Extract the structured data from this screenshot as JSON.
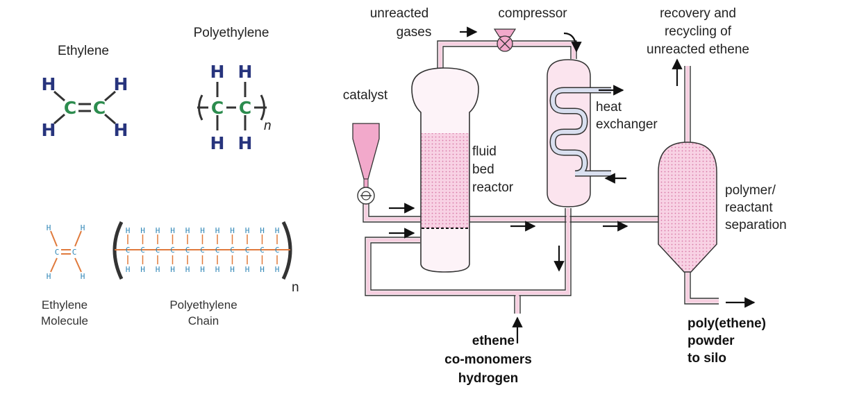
{
  "molecules": {
    "ethylene_title": "Ethylene",
    "polyethylene_title": "Polyethylene",
    "ethylene_molecule_label_1": "Ethylene",
    "ethylene_molecule_label_2": "Molecule",
    "polyethylene_chain_label_1": "Polyethylene",
    "polyethylene_chain_label_2": "Chain",
    "atom_h": "H",
    "atom_c": "C",
    "repeat_n": "n"
  },
  "process": {
    "unreacted_gases_1": "unreacted",
    "unreacted_gases_2": "gases",
    "compressor": "compressor",
    "recovery_1": "recovery and",
    "recovery_2": "recycling of",
    "recovery_3": "unreacted ethene",
    "catalyst": "catalyst",
    "reactor_1": "fluid",
    "reactor_2": "bed",
    "reactor_3": "reactor",
    "heat_exchanger_1": "heat",
    "heat_exchanger_2": "exchanger",
    "separation_1": "polymer/",
    "separation_2": "reactant",
    "separation_3": "separation",
    "feed_1": "ethene",
    "feed_2": "co-monomers",
    "feed_3": "hydrogen",
    "product_1": "poly(ethene)",
    "product_2": "powder",
    "product_3": "to silo"
  },
  "colors": {
    "pipe_fill": "#f6cfe0",
    "vessel_fill": "#fbe4ee",
    "bed_fill": "#f5bcd6",
    "hydrogen_atom": "#27347d",
    "carbon_atom": "#2c8c4e",
    "chain_bond": "#e07a3c",
    "chain_atom": "#2f86b6"
  }
}
